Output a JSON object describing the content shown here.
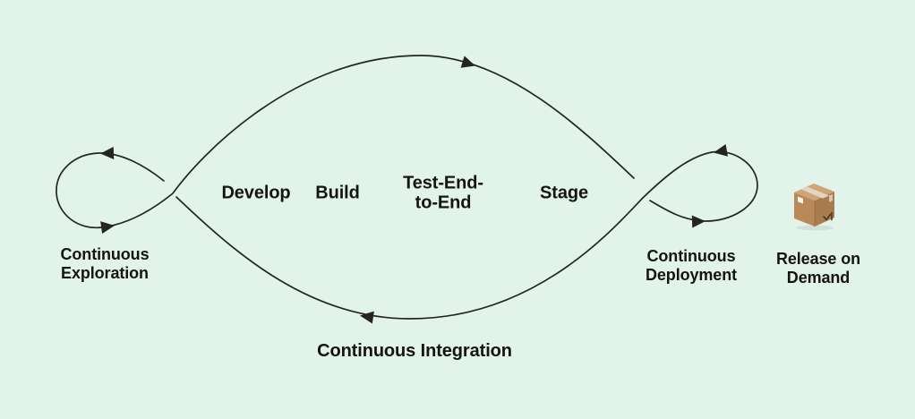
{
  "colors": {
    "background": "#e2f3ea",
    "flow_line": "#242424",
    "text": "#141414",
    "box_top": "#d0a473",
    "box_front": "#b9895a",
    "box_side": "#aa7b4e",
    "box_tape": "#ded6c6",
    "box_label": "#f6f3ec"
  },
  "labels": {
    "continuous_exploration": {
      "line1": "Continuous",
      "line2": "Exploration"
    },
    "continuous_deployment": {
      "line1": "Continuous",
      "line2": "Deployment"
    },
    "continuous_integration": "Continuous Integration",
    "release_on_demand": {
      "line1": "Release on",
      "line2": "Demand"
    },
    "pipeline_steps": {
      "develop": "Develop",
      "build": "Build",
      "test_end_to_end": {
        "line1": "Test-End-",
        "line2": "to-End"
      },
      "stage": "Stage"
    }
  },
  "icons": {
    "package": "package-box-icon"
  }
}
